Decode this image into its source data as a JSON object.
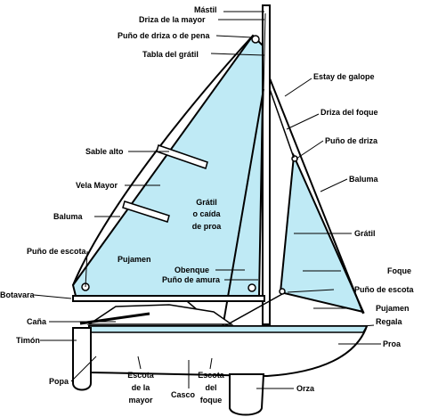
{
  "labels": {
    "mastil": "Mástil",
    "driza_mayor": "Driza de la mayor",
    "puno_driza_pena": "Puño de driza o de pena",
    "tabla_gratil": "Tabla del grátil",
    "estay_galope": "Estay de galope",
    "driza_foque": "Driza del foque",
    "puno_driza": "Puño de driza",
    "sable_alto": "Sable alto",
    "baluma_foque": "Baluma",
    "vela_mayor": "Vela Mayor",
    "baluma_mayor": "Baluma",
    "gratil_mayor_1": "Grátil",
    "gratil_mayor_2": "o caída",
    "gratil_mayor_3": "de proa",
    "gratil_foque": "Grátil",
    "puno_escota_mayor": "Puño de escota",
    "foque": "Foque",
    "pujamen_mayor": "Pujamen",
    "obenque": "Obenque",
    "puno_amura": "Puño de amura",
    "puno_escota_foque": "Puño de escota",
    "botavara": "Botavara",
    "pujamen_foque": "Pujamen",
    "cana": "Caña",
    "regala": "Regala",
    "timon": "Timón",
    "proa": "Proa",
    "popa": "Popa",
    "escota_mayor_1": "Escota",
    "escota_mayor_2": "de la",
    "escota_mayor_3": "mayor",
    "casco": "Casco",
    "escota_foque_1": "Escota",
    "escota_foque_2": "del",
    "escota_foque_3": "foque",
    "orza": "Orza"
  },
  "colors": {
    "sail": "#bfeaf5",
    "hull": "#ffffff",
    "stroke": "#000000",
    "deck": "#bfeaf5"
  }
}
